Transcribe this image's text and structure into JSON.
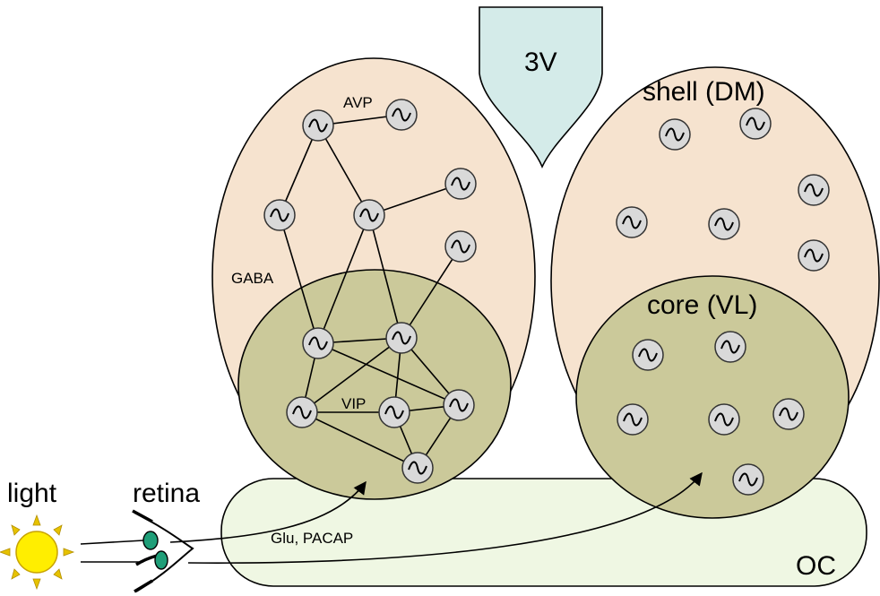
{
  "labels": {
    "third_ventricle": "3V",
    "shell": "shell (DM)",
    "core": "core (VL)",
    "avp": "AVP",
    "gaba": "GABA",
    "vip": "VIP",
    "light": "light",
    "retina": "retina",
    "inputs": "Glu, PACAP",
    "optic_chiasm": "OC"
  },
  "colors": {
    "shell_fill": "#f6e3cf",
    "core_fill": "#cbc99a",
    "oc_fill": "#eff7e3",
    "ventricle_fill": "#d4ebe9",
    "oscillator_fill": "#d9d9d9",
    "sun_fill": "#ffee00",
    "sun_rays": "#e6c200",
    "retina_cells": "#1f9e78"
  },
  "icons": [
    "oscillator-icon",
    "sun-icon",
    "eye-icon"
  ]
}
